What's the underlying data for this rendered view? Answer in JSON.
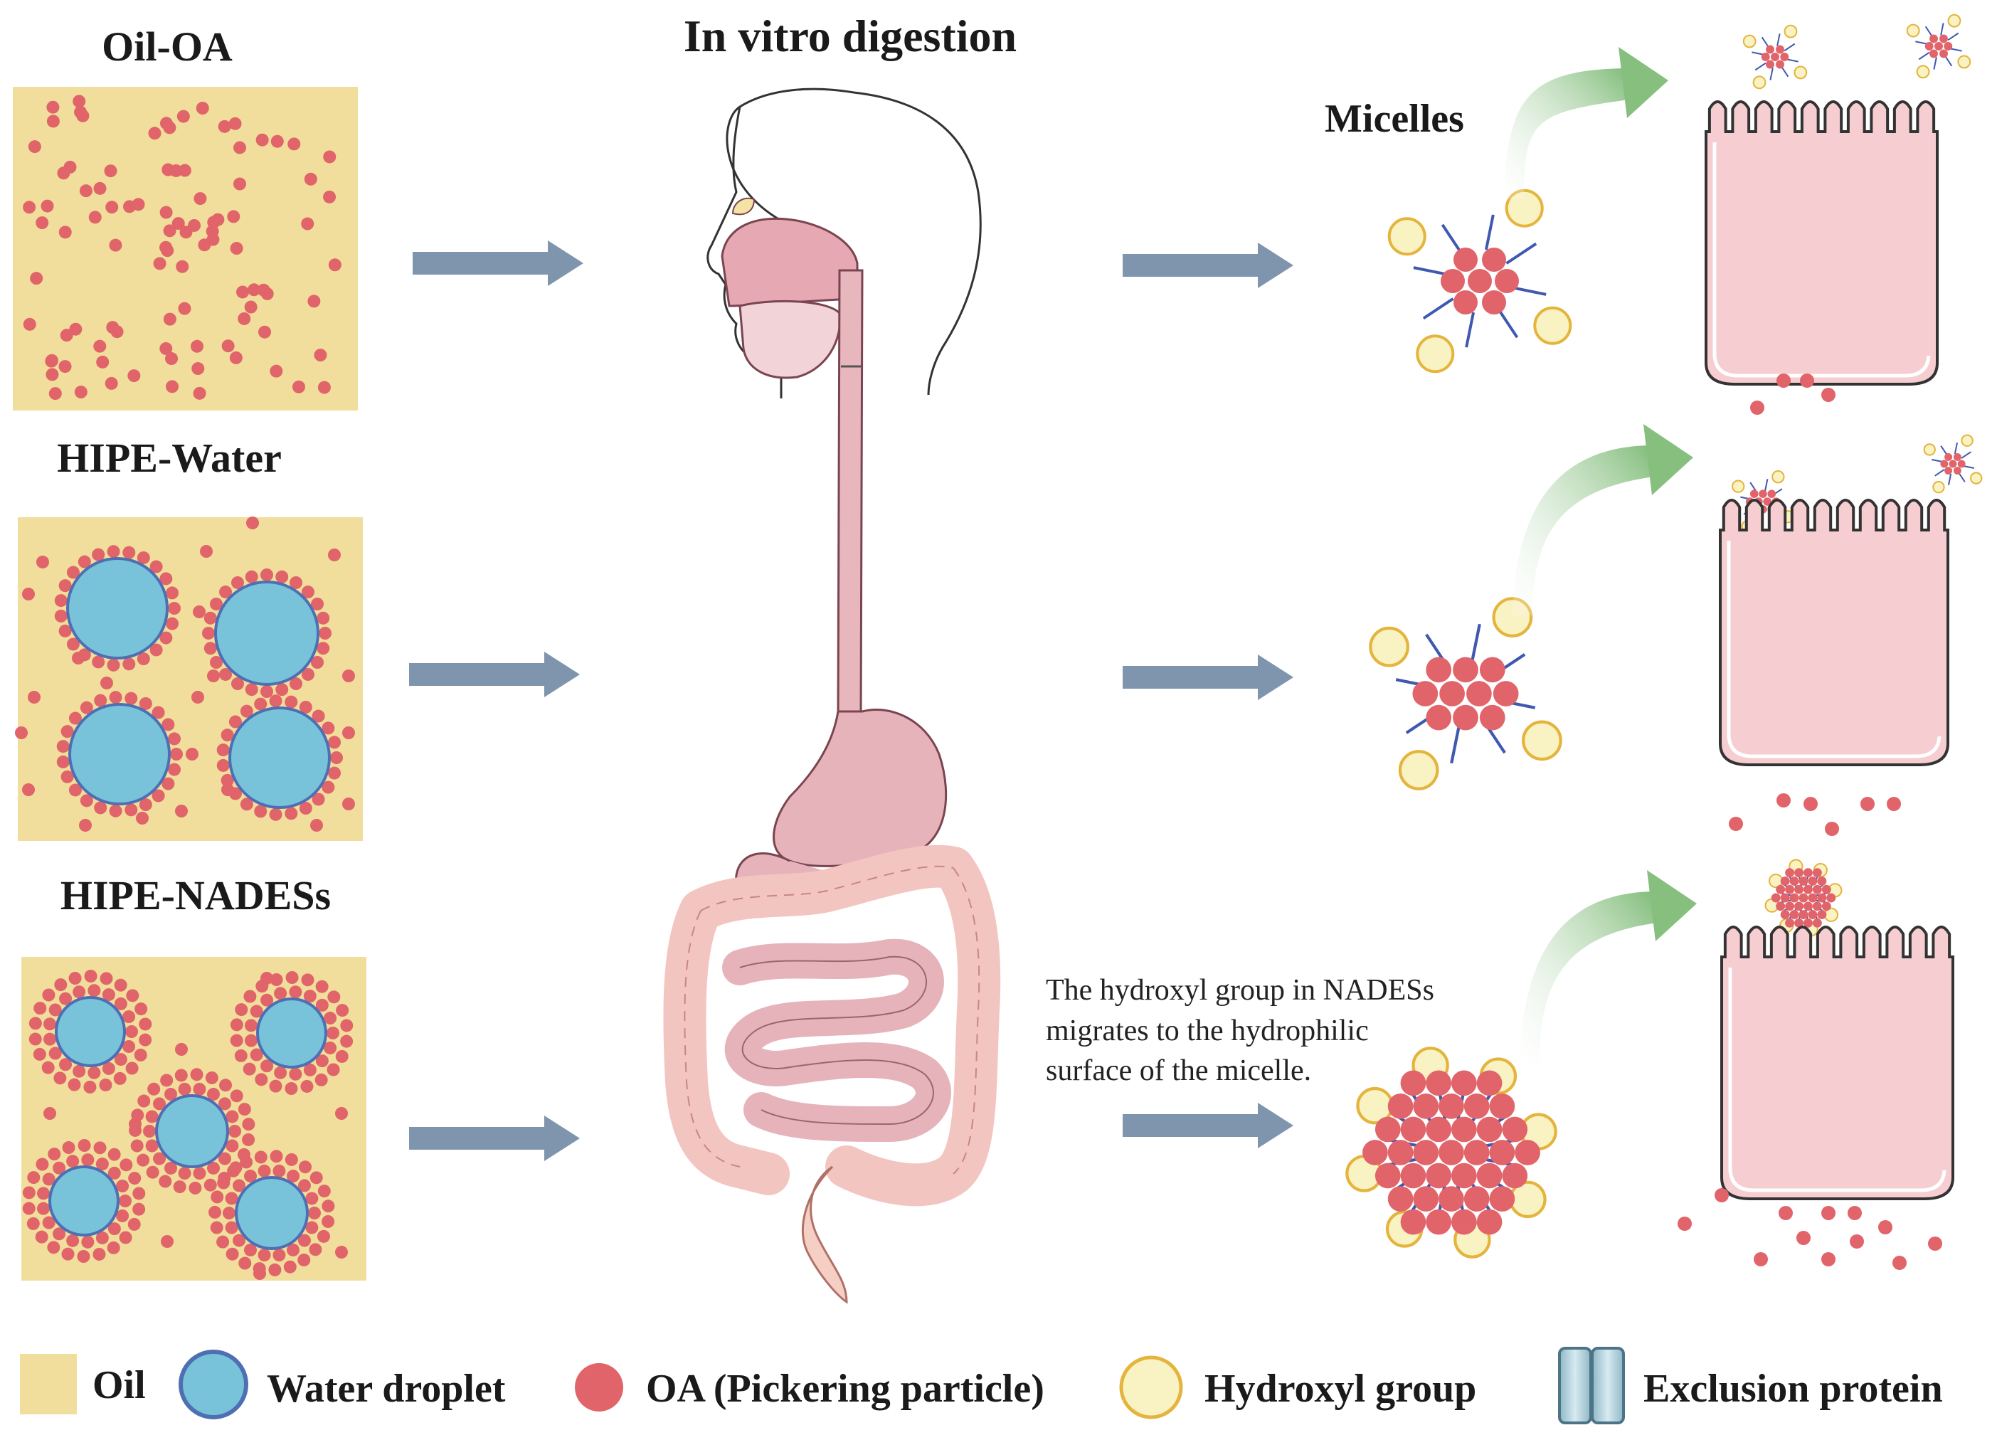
{
  "title": "In vitro digestion",
  "micelles_label": "Micelles",
  "panels": [
    {
      "label": "Oil-OA"
    },
    {
      "label": "HIPE-Water"
    },
    {
      "label": "HIPE-NADESs"
    }
  ],
  "note_lines": [
    "The hydroxyl group in NADESs",
    "migrates to the hydrophilic",
    "surface of the micelle."
  ],
  "legend": [
    {
      "label": "Oil",
      "icon": "oil-square-icon"
    },
    {
      "label": "Water droplet",
      "icon": "water-droplet-icon"
    },
    {
      "label": "OA (Pickering particle)",
      "icon": "oa-particle-icon"
    },
    {
      "label": "Hydroxyl group",
      "icon": "hydroxyl-group-icon"
    },
    {
      "label": "Exclusion protein",
      "icon": "exclusion-protein-icon"
    }
  ],
  "colors": {
    "oil": "#f1de9c",
    "water": "#78c3da",
    "water_edge": "#4f6fb3",
    "oa": "#e0646a",
    "hydroxyl": "#f9f2c2",
    "hydroxyl_edge": "#e4b43c",
    "tail": "#3f58b0",
    "arrow": "#7f95ad",
    "cell": "#f6cdd0",
    "cell_edge": "#333333",
    "organ": "#e8b7bd",
    "intestine": "#f3c5c0",
    "green_arrow": "#8fc28a"
  }
}
